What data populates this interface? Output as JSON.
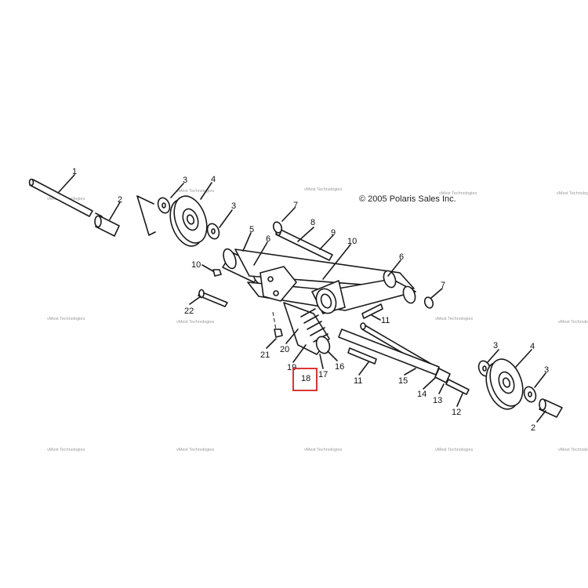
{
  "copyright": "© 2005 Polaris Sales Inc.",
  "watermark": "vMest Technologies",
  "highlight_color": "#d62020",
  "callouts": {
    "c1": "1",
    "c2a": "2",
    "c3a": "3",
    "c4a": "4",
    "c3b": "3",
    "c7a": "7",
    "c8": "8",
    "c5": "5",
    "c6a": "6",
    "c9": "9",
    "c10a": "10",
    "c10b": "10",
    "c6b": "6",
    "c7b": "7",
    "c22": "22",
    "c11a": "11",
    "c20": "20",
    "c21": "21",
    "c19": "19",
    "c16": "16",
    "c17": "17",
    "c18": "18",
    "c11b": "11",
    "c15": "15",
    "c14": "14",
    "c13": "13",
    "c12": "12",
    "c6c": "6",
    "c4b": "4",
    "c3c": "3",
    "c2b": "2"
  }
}
